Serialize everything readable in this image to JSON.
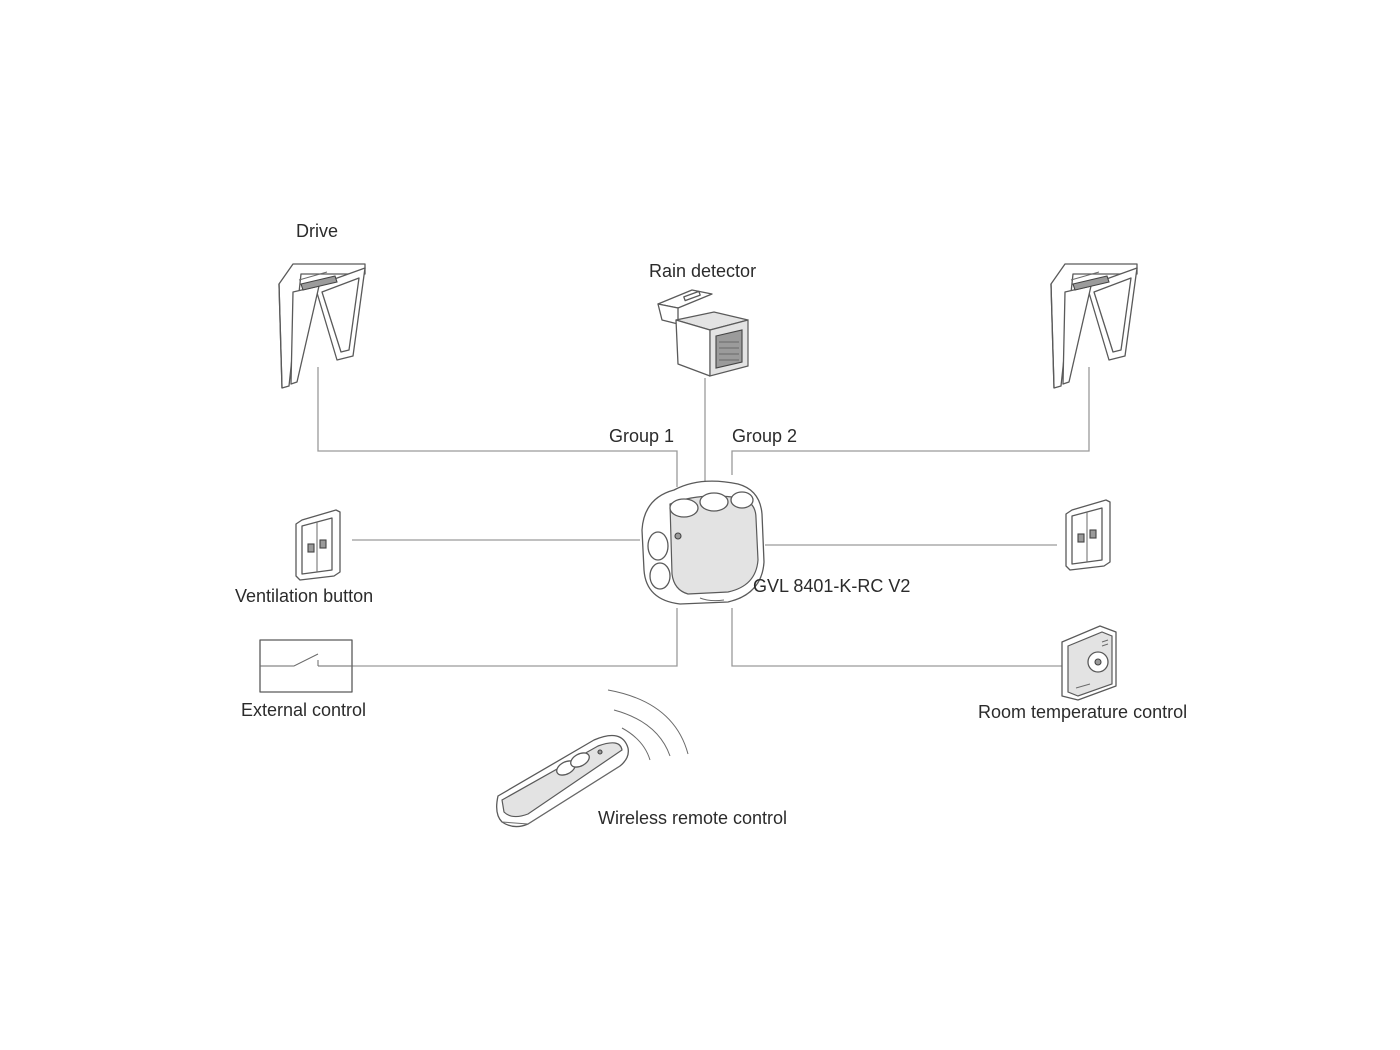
{
  "labels": {
    "drive": "Drive",
    "rain_detector": "Rain detector",
    "group1": "Group 1",
    "group2": "Group 2",
    "controller": "GVL 8401-K-RC V2",
    "ventilation_button": "Ventilation button",
    "external_control": "External control",
    "room_temperature_control": "Room temperature control",
    "wireless_remote_control": "Wireless remote control"
  },
  "colors": {
    "wire": "#9a9a9a",
    "outline": "#5a5a5a",
    "text": "#2b2b2b"
  }
}
